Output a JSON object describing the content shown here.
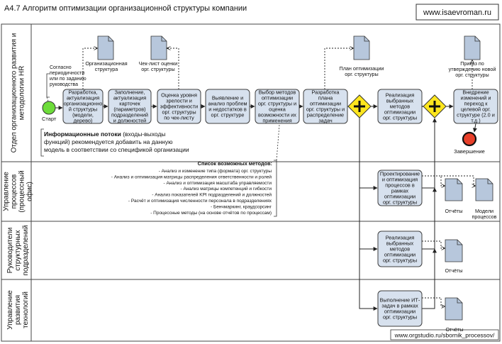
{
  "title": "А4.7 Алгоритм оптимизации организационной структуры компании",
  "site_url": "www.isaevroman.ru",
  "footer_url": "www.orgstudio.ru/sbornik_processov/",
  "lanes": [
    {
      "label": [
        "Отдел организационного развития и",
        "методологии HR"
      ]
    },
    {
      "label": [
        "Управление",
        "процессов",
        "(процессный",
        "офис)"
      ]
    },
    {
      "label": [
        "Руководители",
        "структурных",
        "подразделений"
      ]
    },
    {
      "label": [
        "Управление",
        "развития",
        "технологий"
      ]
    }
  ],
  "start_label": "Старт",
  "end_label": "Завершение",
  "start_annotation": [
    "Согласно",
    "периодичности",
    "или по заданию",
    "руководства"
  ],
  "tasks": {
    "t1": [
      "Разработка,",
      "актуализация",
      "организационно",
      "й структуры",
      "(модели,",
      "дерево)"
    ],
    "t2": [
      "Заполнение,",
      "актуализация",
      "карточек",
      "(параметров)",
      "подразделений",
      "и должностей"
    ],
    "t3": [
      "Оценка уровня",
      "зрелости и",
      "эффективности",
      "орг. структуры",
      "по чек-листу"
    ],
    "t4": [
      "Выявление и",
      "анализ проблем",
      "и недостатков в",
      "орг. структуре"
    ],
    "t5": [
      "Выбор методов",
      "оптимизации",
      "орг. структуры и",
      "оценка",
      "возможности их",
      "применения"
    ],
    "t6": [
      "Разработка",
      "плана",
      "оптимизации",
      "орг. структуры и",
      "распределение",
      "задач"
    ],
    "t7": [
      "Реализация",
      "выбранных",
      "методов",
      "оптимизации",
      "орг. структуры"
    ],
    "t8": [
      "Внедрение",
      "изменений и",
      "переход к",
      "целевой орг.",
      "структуре (2.0 и",
      "т.д.)"
    ],
    "t9": [
      "Проектирование",
      "и оптимизация",
      "процессов в",
      "рамках",
      "оптимизации",
      "орг. структуры"
    ],
    "t10": [
      "Реализация",
      "выбранных",
      "методов",
      "оптимизации",
      "орг. структуры"
    ],
    "t11": [
      "Выполнение ИТ-",
      "задач в рамках",
      "оптимизации",
      "орг. структуры"
    ]
  },
  "documents": {
    "d1": [
      "Организационная",
      "структура"
    ],
    "d2": [
      "Чек-лист оценки",
      "орг. структуры"
    ],
    "d3": [
      "План оптимизации",
      "орг. структуры"
    ],
    "d4": [
      "Приказ по",
      "утверждению новой",
      "орг. структуры"
    ],
    "d5": [
      "Отчёты"
    ],
    "d6": [
      "Модели",
      "процессов"
    ],
    "d7": [
      "Отчёты"
    ],
    "d8": [
      "Отчёты"
    ]
  },
  "info_note": {
    "bold": "Информационные потоки",
    "lines": [
      " (входы-выходы",
      "функций) рекомендуется добавить на данную",
      "модель в соответствии со спецификой организации"
    ]
  },
  "methods": {
    "title": "Список возможных методов:",
    "items": [
      "- Анализ и изменение типа (формата) орг. структуры",
      "- Анализ и оптимизация матрицы распределения ответственности и ролей",
      "- Анализ и оптимизация масштаба управляемости",
      "- Анализ матрицы компетенций и гибкости",
      "- Анализ показателей KPI подразделений и должностей",
      "- Расчёт и оптимизация численности персонала в подразделениях",
      "- Бенчмаркинг, краудсорсинг",
      "- Процессные методы (на основе отчётов по процессам)"
    ]
  },
  "colors": {
    "task_fill": "#d7e1ee",
    "task_stroke": "#3f3f3f",
    "doc_fill": "#b7c7dc",
    "gateway_fill": "#fde61e",
    "start_fill": "#6ddc3a",
    "end_fill": "#e8402a",
    "lane_line": "#444444"
  }
}
